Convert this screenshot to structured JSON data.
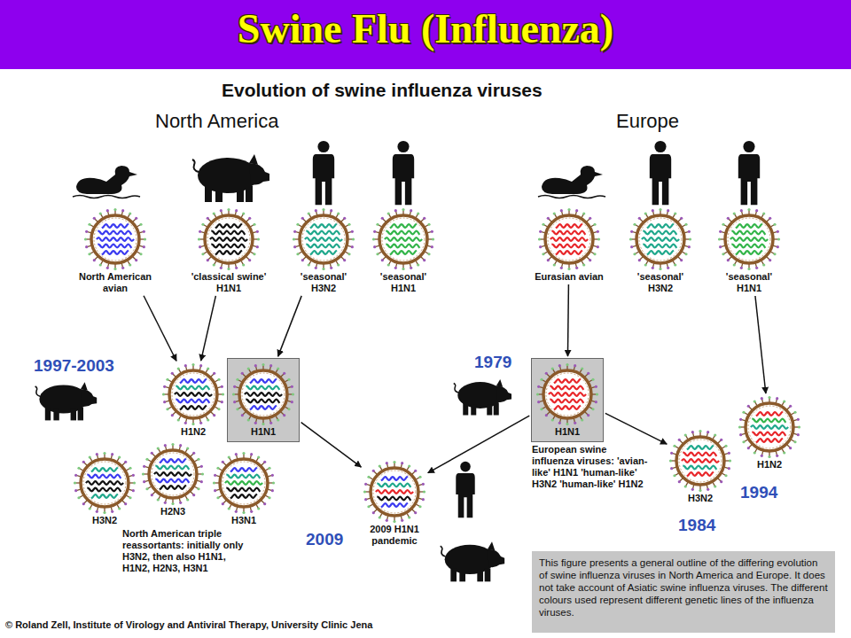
{
  "diagram": {
    "title": "Swine Flu (Influenza)",
    "nodes": [
      {
        "text": [
          "North American avian"
        ]
      },
      {
        "text": [
          "'classical swine' H1N1"
        ]
      },
      {
        "text": [
          "'seasonal' H3N2"
        ]
      },
      {
        "text": [
          "'seasonal' H1N1"
        ]
      },
      {
        "text": [
          "Eurasian avian"
        ]
      },
      {
        "text": [
          "'seasonal' H3N2"
        ]
      },
      {
        "text": [
          "'seasonal' H1N1"
        ]
      },
      {
        "text": [
          "H1N2"
        ]
      },
      {
        "text": [
          "H1N1"
        ]
      },
      {
        "text": [
          "H3N2"
        ]
      },
      {
        "text": [
          "H2N3"
        ]
      },
      {
        "text": [
          "H3N1"
        ]
      },
      {
        "text": [
          "H1N1",
          "European swine influenza viruses: 'avian-like' H1N1 'human-like' H3N2 'human-like' H1N2"
        ]
      },
      {
        "text": [
          "H3N2"
        ]
      },
      {
        "text": [
          "H1N2"
        ]
      },
      {
        "text": [
          "2009 H1N1 pandemic"
        ]
      },
      {
        "text": [
          "This figure presents a general outline of the differing evolution of swine influenza viruses in North America and Europe. It does not take account of Asiatic swine influenza viruses. The different colours used represent different genetic lines of the influenza viruses."
        ]
      }
    ],
    "edges": [
      {
        "from": 0,
        "to": 7,
        "arrow": "to"
      },
      {
        "from": 1,
        "to": 7,
        "arrow": "to"
      },
      {
        "from": 2,
        "to": 8,
        "arrow": "to"
      },
      {
        "from": 8,
        "to": 15,
        "arrow": "to"
      },
      {
        "from": 4,
        "to": 12,
        "arrow": "to"
      },
      {
        "from": 12,
        "to": 15,
        "arrow": "to"
      },
      {
        "from": 12,
        "to": 13,
        "arrow": "to"
      },
      {
        "from": 6,
        "to": 14,
        "arrow": "to"
      }
    ],
    "labels": [
      "Evolution of swine influenza viruses",
      "North America",
      "Europe",
      "1997-2003",
      "1979",
      "2009",
      "1994",
      "1984",
      "North American triple reassortants: initially only H3N2, then also H1N1, H1N2, H2N3, H3N1",
      "© Roland Zell, Institute of Virology and Antiviral Therapy, University Clinic Jena"
    ]
  }
}
